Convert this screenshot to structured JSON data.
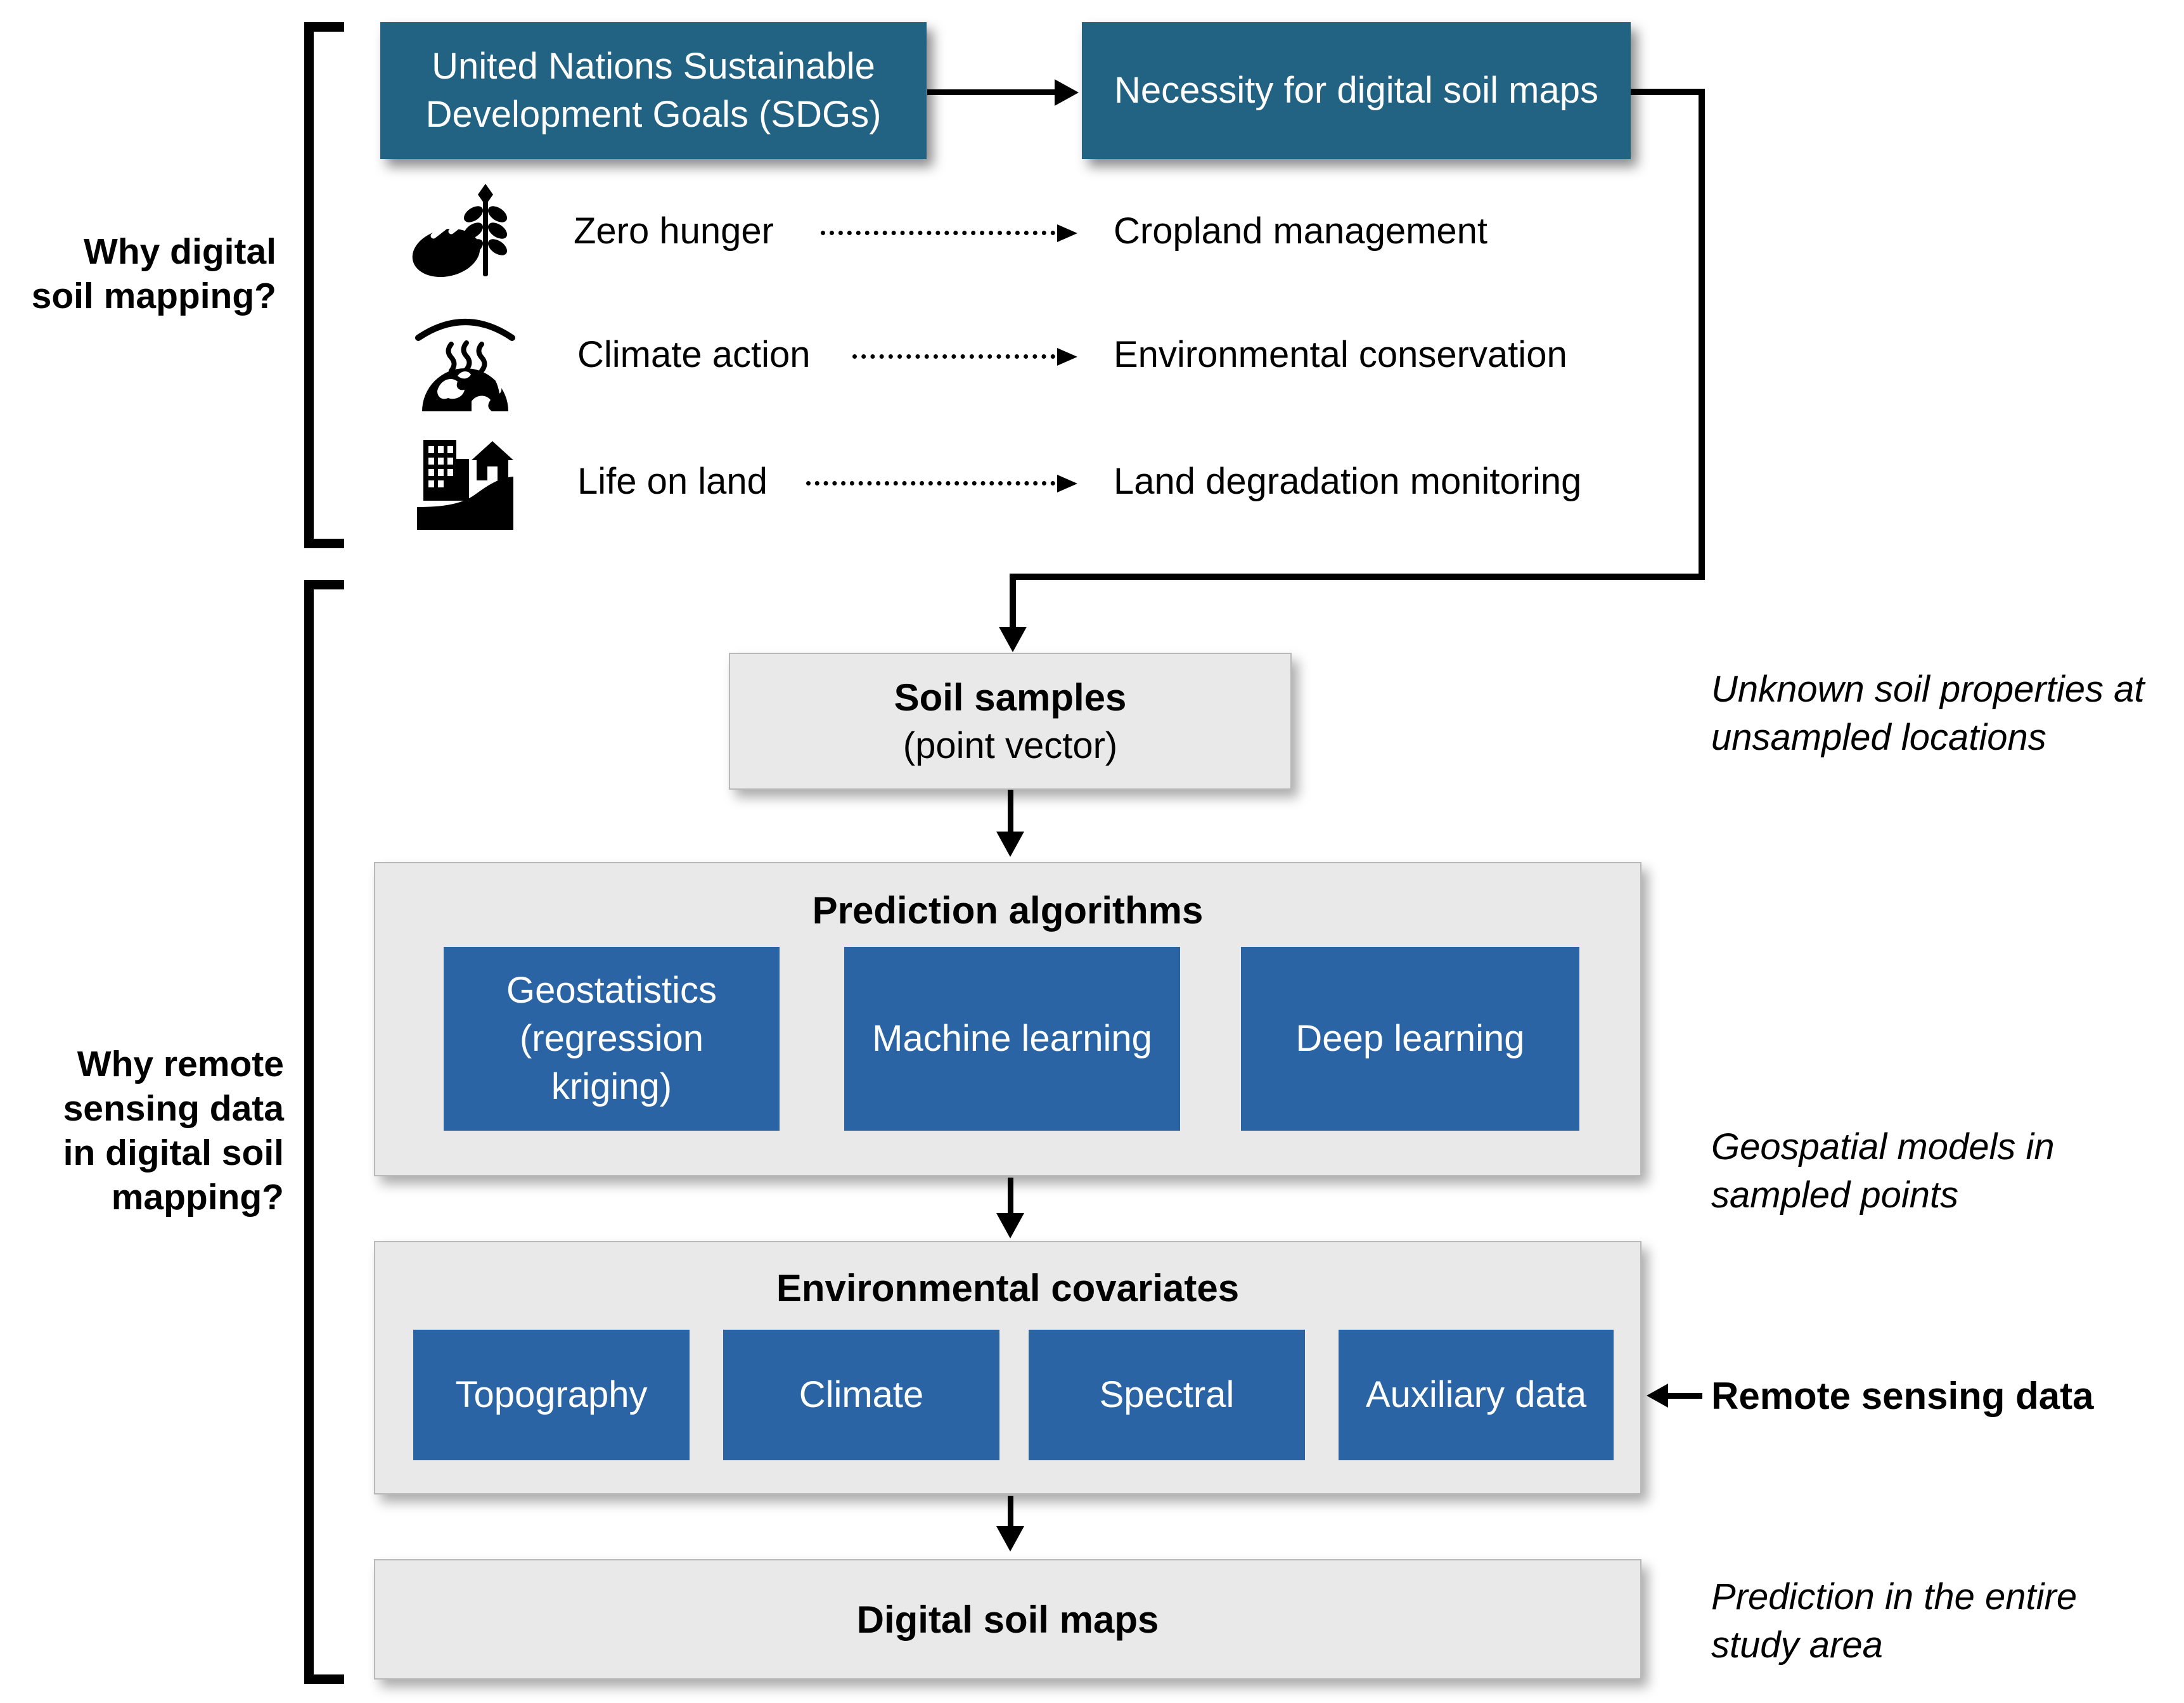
{
  "colors": {
    "teal_box": "#226282",
    "blue_box": "#2A64A5",
    "gray_box": "#E9E9E9",
    "line": "#000000",
    "background": "#FFFFFF"
  },
  "section_why_dsm": {
    "bracket_label": "Why digital\nsoil mapping?",
    "sdg_box": "United Nations Sustainable Development Goals (SDGs)",
    "necessity_box": "Necessity for digital soil maps",
    "rows": [
      {
        "icon": "bread-wheat-icon",
        "goal": "Zero hunger",
        "outcome": "Cropland management"
      },
      {
        "icon": "globe-heat-icon",
        "goal": "Climate action",
        "outcome": "Environmental conservation"
      },
      {
        "icon": "city-hill-icon",
        "goal": "Life on land",
        "outcome": "Land degradation monitoring"
      }
    ]
  },
  "section_why_rs": {
    "bracket_label": "Why remote\nsensing data\nin digital soil\nmapping?",
    "soil_samples": {
      "title": "Soil samples",
      "subtitle": "(point vector)"
    },
    "prediction": {
      "title": "Prediction algorithms",
      "methods": [
        "Geostatistics (regression kriging)",
        "Machine learning",
        "Deep learning"
      ]
    },
    "covariates": {
      "title": "Environmental covariates",
      "items": [
        "Topography",
        "Climate",
        "Spectral",
        "Auxiliary data"
      ]
    },
    "digital_soil_maps": "Digital soil maps",
    "notes": {
      "soil_samples": "Unknown soil properties at\nunsampled locations",
      "prediction": "Geospatial models in\nsampled points",
      "remote_sensing": "Remote sensing data",
      "maps": "Prediction in the entire\nstudy area"
    }
  }
}
